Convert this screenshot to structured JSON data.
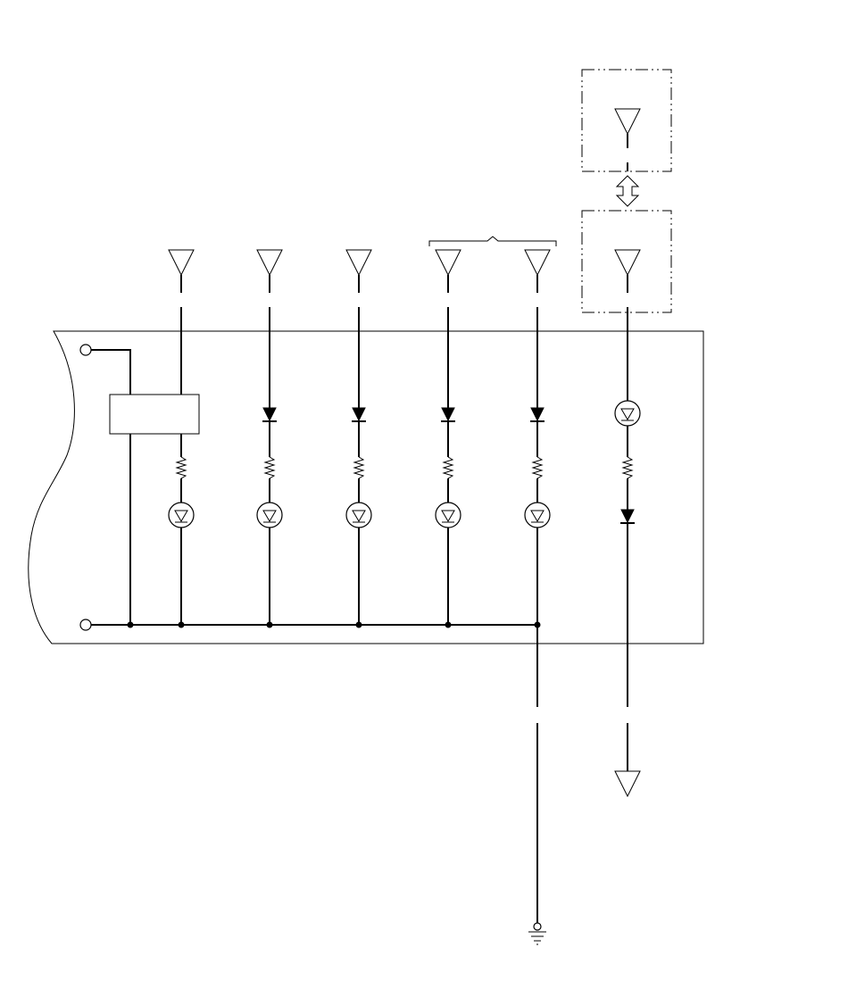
{
  "diagram": {
    "type": "wiring-schematic",
    "colors": {
      "line": "#000000",
      "background": "#ffffff"
    },
    "connector_terminals": [
      {
        "direction": "up",
        "role": "top-connector-1"
      },
      {
        "direction": "up",
        "role": "top-connector-2"
      },
      {
        "direction": "up",
        "role": "top-connector-3"
      },
      {
        "direction": "up",
        "role": "top-connector-4"
      },
      {
        "direction": "up",
        "role": "top-connector-5"
      },
      {
        "direction": "up",
        "role": "top-connector-6"
      },
      {
        "direction": "up",
        "role": "top-connector-7"
      },
      {
        "direction": "down",
        "role": "bottom-connector"
      }
    ],
    "branches": [
      {
        "name": "branch-1",
        "components": [
          "relay-box",
          "resistor",
          "led-indicator"
        ]
      },
      {
        "name": "branch-2",
        "components": [
          "diode",
          "resistor",
          "led-indicator"
        ]
      },
      {
        "name": "branch-3",
        "components": [
          "diode",
          "resistor",
          "led-indicator"
        ]
      },
      {
        "name": "branch-4",
        "components": [
          "diode",
          "resistor",
          "led-indicator"
        ]
      },
      {
        "name": "branch-5",
        "components": [
          "diode",
          "resistor",
          "led-indicator"
        ]
      },
      {
        "name": "branch-6",
        "components": [
          "led-indicator",
          "resistor",
          "diode"
        ]
      }
    ],
    "ground": {
      "symbol": "ground-icon"
    }
  }
}
